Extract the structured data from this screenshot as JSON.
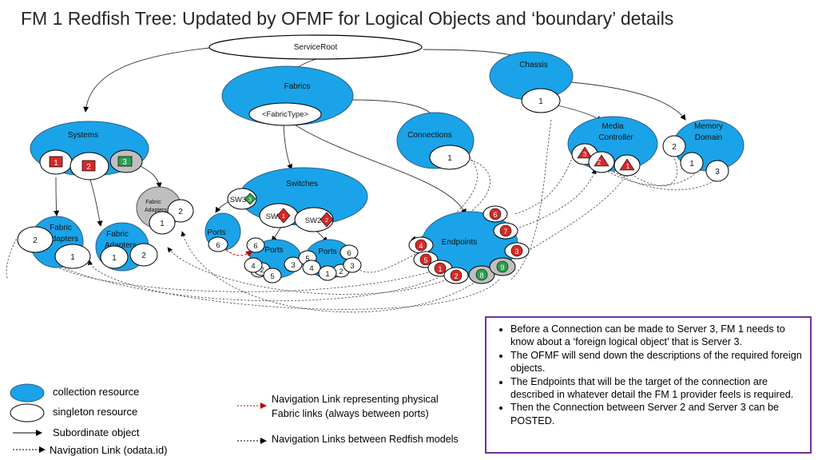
{
  "title": "FM 1 Redfish Tree:  Updated by OFMF for Logical Objects and ‘boundary’ details",
  "nodes": {
    "service_root": "ServiceRoot",
    "fabrics": "Fabrics",
    "fabric_type": "<FabricType>",
    "chassis": "Chassis",
    "chassis_item": "1",
    "systems": "Systems",
    "system_1": "1",
    "system_2": "2",
    "system_3": "3",
    "connections": "Connections",
    "connection_1": "1",
    "media_controller_line1": "Media",
    "media_controller_line2": "Controller",
    "media_ctrl_1": "1",
    "media_ctrl_2": "2",
    "media_ctrl_3": "3",
    "memory_domain_line1": "Memory",
    "memory_domain_line2": "Domain",
    "memory_domain_1": "1",
    "memory_domain_2": "2",
    "memory_domain_3": "3",
    "switches": "Switches",
    "sw1": "SW1",
    "sw2": "SW2",
    "sw3": "SW3",
    "sw1_badge": "1",
    "sw2_badge": "2",
    "sw3_badge": "3",
    "fabric_adapters_gray_line1": "Fabric",
    "fabric_adapters_gray_line2": "Adapters",
    "gray_fa_1": "1",
    "gray_fa_2": "2",
    "fabric_adapters_left_line1": "Fabric",
    "fabric_adapters_left_line2": "Adapters",
    "left_fa_1": "1",
    "left_fa_2": "2",
    "fabric_adapters_mid_line1": "Fabric",
    "fabric_adapters_mid_line2": "Adapters",
    "mid_fa_1": "1",
    "mid_fa_2": "2",
    "ports_sw3": "Ports",
    "ports_sw3_6": "6",
    "ports_sw1": "Ports",
    "ports_sw2": "Ports",
    "p1_6": "6",
    "p1_5": "5",
    "p1_4": "4",
    "p1_3": "3",
    "p1_2": "2",
    "p1_1": "1",
    "p2_6": "6",
    "p2_5": "5",
    "p2_4": "4",
    "p2_3": "3",
    "p2_2": "2",
    "p2_1": "1",
    "endpoints": "Endpoints",
    "ep_1": "1",
    "ep_2": "2",
    "ep_3": "3",
    "ep_4": "4",
    "ep_5": "5",
    "ep_6": "6",
    "ep_7": "7",
    "ep_8": "8",
    "ep_9": "9"
  },
  "legend": {
    "collection": "collection resource",
    "singleton": "singleton resource",
    "subordinate": "Subordinate object",
    "navigation_odata": "Navigation Link (odata.id)",
    "physical_link_line1": "Navigation Link representing physical",
    "physical_link_line2": "Fabric links (always between ports)",
    "models_link": "Navigation Links between Redfish models"
  },
  "notes": [
    "Before a Connection can be made to Server 3, FM 1 needs to know about a ‘foreign logical object’ that is Server 3.",
    "The OFMF will send down the descriptions of the required foreign objects.",
    "The Endpoints that will be the target of the connection are described in whatever detail the FM 1 provider feels is required.",
    "Then the Connection between Server 2 and Server 3 can be POSTED."
  ],
  "colors": {
    "collection_fill": "#1aa3e8",
    "badge_red": "#d62828",
    "badge_green": "#2e9e4f",
    "gray_fill": "#bfbfbf",
    "note_border": "#7030a0"
  }
}
